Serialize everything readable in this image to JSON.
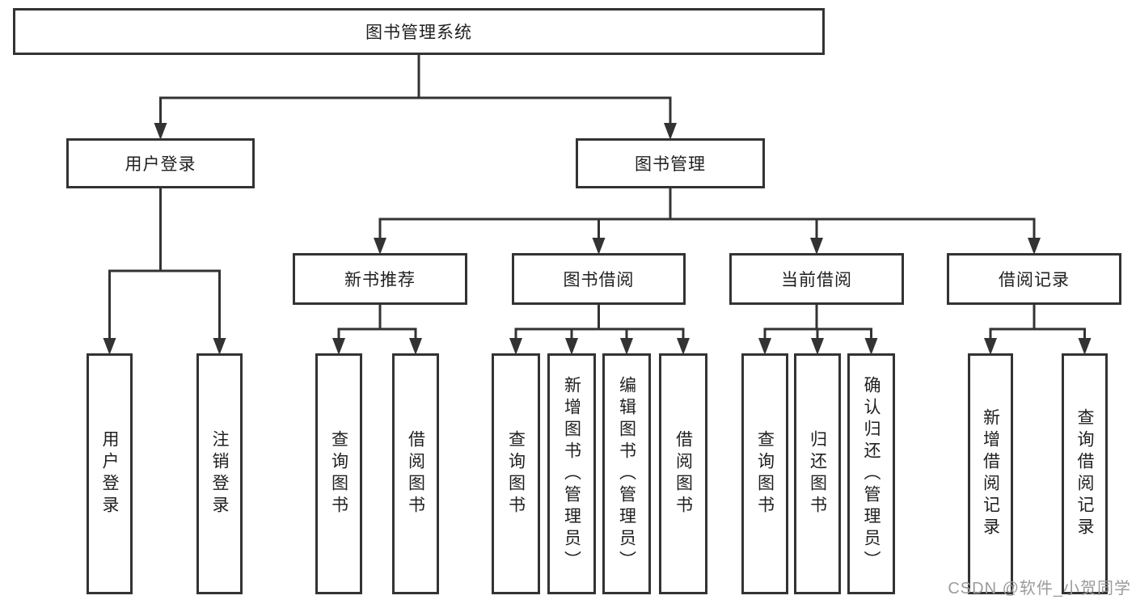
{
  "diagram": {
    "title": "图书管理系统",
    "nodes": {
      "root": {
        "label": "图书管理系统"
      },
      "user_login": {
        "label": "用户登录"
      },
      "book_mgmt": {
        "label": "图书管理"
      },
      "new_books": {
        "label": "新书推荐"
      },
      "book_borrow": {
        "label": "图书借阅"
      },
      "current_borrow": {
        "label": "当前借阅"
      },
      "borrow_records": {
        "label": "借阅记录"
      },
      "v_user_login": {
        "label": "用户登录"
      },
      "v_logout": {
        "label": "注销登录"
      },
      "v_query_book_1": {
        "label": "查询图书"
      },
      "v_borrow_book_1": {
        "label": "借阅图书"
      },
      "v_query_book_2": {
        "label": "查询图书"
      },
      "v_add_book": {
        "label": "新增图书（管理员）"
      },
      "v_edit_book": {
        "label": "编辑图书（管理员）"
      },
      "v_borrow_book_2": {
        "label": "借阅图书"
      },
      "v_query_book_3": {
        "label": "查询图书"
      },
      "v_return_book": {
        "label": "归还图书"
      },
      "v_confirm_return": {
        "label": "确认归还（管理员）"
      },
      "v_add_record": {
        "label": "新增借阅记录"
      },
      "v_query_record": {
        "label": "查询借阅记录"
      }
    },
    "hierarchy": {
      "root": [
        "user_login",
        "book_mgmt"
      ],
      "user_login": [
        "v_user_login",
        "v_logout"
      ],
      "book_mgmt": [
        "new_books",
        "book_borrow",
        "current_borrow",
        "borrow_records"
      ],
      "new_books": [
        "v_query_book_1",
        "v_borrow_book_1"
      ],
      "book_borrow": [
        "v_query_book_2",
        "v_add_book",
        "v_edit_book",
        "v_borrow_book_2"
      ],
      "current_borrow": [
        "v_query_book_3",
        "v_return_book",
        "v_confirm_return"
      ],
      "borrow_records": [
        "v_add_record",
        "v_query_record"
      ]
    },
    "colors": {
      "line": "#333333",
      "box_border": "#333333",
      "box_fill": "#ffffff",
      "text": "#1f1f1f",
      "background": "#ffffff"
    }
  },
  "watermark": {
    "text": "CSDN @软件_小贺同学",
    "color": "#9b9b9b"
  }
}
